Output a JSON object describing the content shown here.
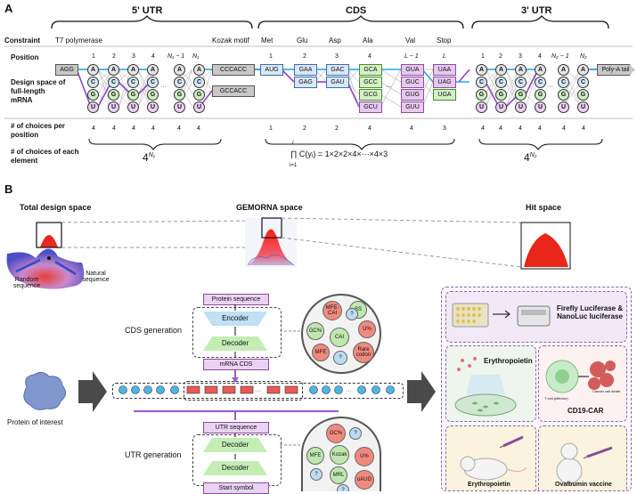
{
  "panel_a": {
    "label": "A",
    "sections": {
      "utr5": "5' UTR",
      "cds": "CDS",
      "utr3": "3' UTR"
    },
    "constraint_row": {
      "label": "Constraint",
      "items": [
        "T7 polymerase",
        "Kozak motif",
        "Met",
        "Glu",
        "Asp",
        "Ala",
        "Val",
        "Stop"
      ]
    },
    "position_row": {
      "label": "Position",
      "utr5": [
        "1",
        "2",
        "3",
        "4",
        "N₁ − 1",
        "N₁"
      ],
      "cds": [
        "1",
        "2",
        "3",
        "4",
        "L − 1",
        "L"
      ],
      "utr3": [
        "1",
        "2",
        "3",
        "4",
        "N₂ − 1",
        "N₂"
      ]
    },
    "design_space_label": "Design space of full-length mRNA",
    "fixed_boxes": {
      "start": "AGG",
      "kozak1": "CCCACC",
      "kozak2": "GCCACC",
      "met": "AUG",
      "polya": "Poly-A tail"
    },
    "nucleotides": [
      "A",
      "C",
      "G",
      "U"
    ],
    "codons": {
      "glu": [
        "GAA",
        "GAG"
      ],
      "asp": [
        "GAC",
        "GAU"
      ],
      "ala": [
        "GCA",
        "GCC",
        "GCG",
        "GCU"
      ],
      "val": [
        "GUA",
        "GUC",
        "GUG",
        "GUU"
      ],
      "stop": [
        "UAA",
        "UAG",
        "UGA"
      ]
    },
    "choices_per_position": {
      "label": "# of choices per position",
      "utr5": [
        "4",
        "4",
        "4",
        "4",
        "4",
        "4"
      ],
      "cds": [
        "1",
        "2",
        "2",
        "4",
        "4",
        "3"
      ],
      "utr3": [
        "4",
        "4",
        "4",
        "4",
        "4",
        "4"
      ]
    },
    "choices_per_element": {
      "label": "# of choices of each element",
      "utr5": "4",
      "utr5_exp": "N₁",
      "cds_formula": "∏ C(yᵢ) = 1×2×2×4×···×4×3",
      "prod_top": "L",
      "prod_bottom": "i=1",
      "utr3": "4",
      "utr3_exp": "N₂"
    }
  },
  "panel_b": {
    "label": "B",
    "spaces": {
      "total": "Total design space",
      "gemorna": "GEMORNA space",
      "hit": "Hit space"
    },
    "landscape_labels": {
      "random": "Random sequence",
      "natural": "Natural sequence"
    },
    "protein_label": "Protein of interest",
    "cds_generation": {
      "label": "CDS generation",
      "input": "Protein sequence",
      "encoder": "Encoder",
      "decoder": "Decoder",
      "output": "mRNA CDS",
      "features": [
        "MFE-CAI",
        "SS",
        "U%",
        "GC%",
        "CAI",
        "?",
        "MFE",
        "?",
        "Rare codon"
      ]
    },
    "utr_generation": {
      "label": "UTR generation",
      "output": "UTR sequence",
      "decoder": "Decoder",
      "start": "Start symbol",
      "features": [
        "GC%",
        "?",
        "MFE",
        "Kozak",
        "U%",
        "?",
        "MRL",
        "uAUG",
        "?"
      ]
    },
    "applications": {
      "luciferase": "Firefly Luciferase & NanoLuc luciferase",
      "epo": "Erythropoietin",
      "car": "CD19-CAR",
      "car_t": "T cell (effector)",
      "car_cancer": "Cancer cell death",
      "bottom_left": "Erythropoietin",
      "bottom_right": "Ovalbumin vaccine"
    },
    "colors": {
      "accent_arrow": "#9b59d6",
      "blue_arrow": "#29a8e0",
      "hit_red": "#e8261a"
    }
  }
}
